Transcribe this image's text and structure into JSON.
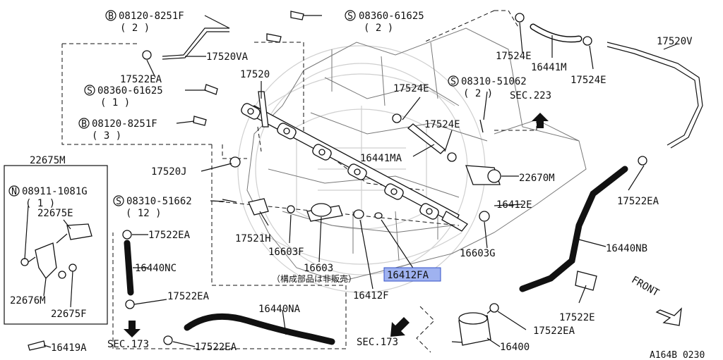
{
  "labels": {
    "b_08120_8251F_top": "08120-8251F",
    "b_08120_8251F_top_qty": "( 2 )",
    "s_08360_61625_top": "08360-61625",
    "s_08360_61625_top_qty": "( 2 )",
    "p_17520VA": "17520VA",
    "p_17522EA_1": "17522EA",
    "s_08360_61625_mid": "08360-61625",
    "s_08360_61625_mid_qty": "( 1 )",
    "p_17520": "17520",
    "b_08120_8251F_mid": "08120-8251F",
    "b_08120_8251F_mid_qty": "( 3 )",
    "p_17524E_a": "17524E",
    "p_16441M": "16441M",
    "p_17524E_b": "17524E",
    "p_17520V": "17520V",
    "p_17524E_c": "17524E",
    "s_08310_51062": "08310-51062",
    "s_08310_51062_qty": "( 2 )",
    "sec_223": "SEC.223",
    "p_17524E_d": "17524E",
    "p_16441MA": "16441MA",
    "p_22675M": "22675M",
    "p_17520J": "17520J",
    "p_22670M": "22670M",
    "n_08911_1081G": "08911-1081G",
    "n_08911_1081G_qty": "( 1 )",
    "p_22675E": "22675E",
    "s_08310_51662": "08310-51662",
    "s_08310_51662_qty": "( 12 )",
    "p_16412E": "16412E",
    "p_17522EA_2": "17522EA",
    "p_17522EA_r": "17522EA",
    "p_17521H": "17521H",
    "p_16603F": "16603F",
    "p_16603G": "16603G",
    "p_16440NB": "16440NB",
    "p_16440NC": "16440NC",
    "p_16603": "16603",
    "p_16603_note": "（構成部品は非販売）",
    "p_16412FA": "16412FA",
    "p_22676M": "22676M",
    "p_16412F": "16412F",
    "p_22675F": "22675F",
    "p_17522EA_3": "17522EA",
    "p_16440NA": "16440NA",
    "p_17522E": "17522E",
    "front": "FRONT",
    "p_17522EA_4": "17522EA",
    "sec_173_a": "SEC.173",
    "p_17522EA_5": "17522EA",
    "sec_173_b": "SEC.173",
    "p_16400": "16400",
    "p_16419A": "16419A",
    "diagram_code": "A164B 0230"
  },
  "badges": {
    "bolt": "B",
    "screw": "S",
    "nut": "N"
  },
  "colors": {
    "line": "#111111",
    "highlight": "#3553c9",
    "highlight_bg": "#9fb2f0",
    "watermark": "#cfcfcf"
  }
}
